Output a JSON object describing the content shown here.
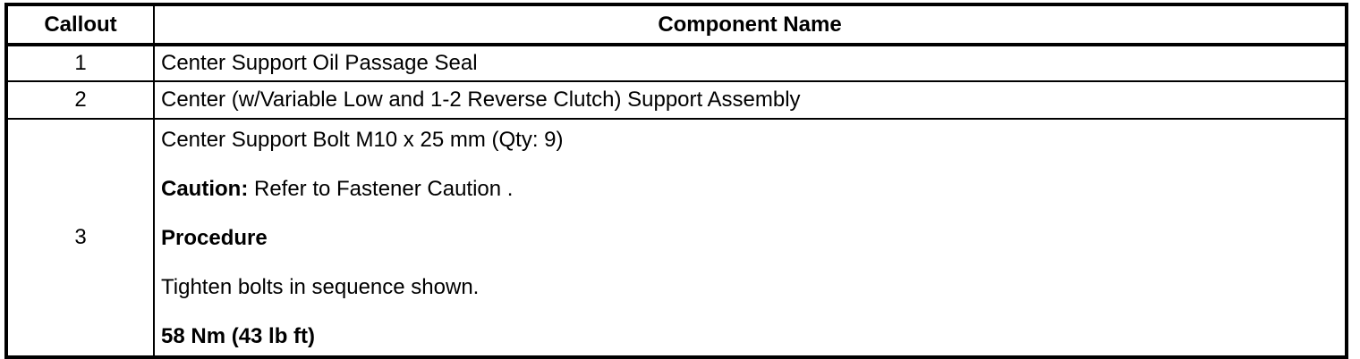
{
  "page": {
    "background_color": "#ffffff",
    "border_color": "#000000",
    "text_color": "#000000"
  },
  "table": {
    "columns": [
      {
        "label": "Callout"
      },
      {
        "label": "Component Name"
      }
    ],
    "rows": [
      {
        "callout": "1",
        "component": "Center Support Oil Passage Seal"
      },
      {
        "callout": "2",
        "component": "Center (w/Variable Low and 1-2 Reverse Clutch) Support Assembly"
      },
      {
        "callout": "3",
        "paragraphs": [
          {
            "bold": "",
            "text": "Center Support Bolt M10 x 25 mm (Qty: 9)"
          },
          {
            "bold": "Caution:",
            "text": " Refer to Fastener Caution ."
          },
          {
            "bold": "Procedure",
            "text": ""
          },
          {
            "bold": "",
            "text": "Tighten bolts in sequence shown."
          },
          {
            "bold": "58 Nm (43 lb ft)",
            "text": ""
          }
        ]
      }
    ]
  }
}
